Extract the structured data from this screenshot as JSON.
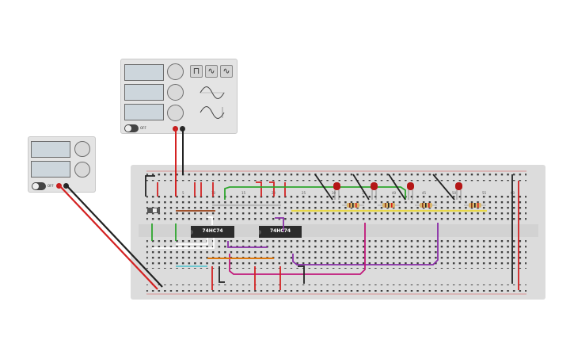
{
  "function_generator": {
    "wave_buttons": [
      {
        "id": "square",
        "symbol": "⊓"
      },
      {
        "id": "sine",
        "symbol": "∿"
      },
      {
        "id": "triangle",
        "symbol": "∿"
      }
    ]
  },
  "function_generator_toggle_label": "OFF",
  "power_supply_toggle_label": "OFF",
  "chips": [
    {
      "label": "74HC74"
    },
    {
      "label": "74HC74"
    }
  ],
  "board_numbers": [
    "1",
    "5",
    "10",
    "15",
    "20",
    "25",
    "30",
    "35",
    "40",
    "45",
    "50",
    "55",
    "60"
  ],
  "colors": {
    "red_wire": "#d42222",
    "black_wire": "#222222",
    "green_wire": "#2ea62e",
    "purple_wire": "#8a2fa8",
    "magenta_wire": "#c0187a",
    "yellow_wire": "#e8d84a",
    "orange_wire": "#e07a10",
    "led": "#b41616"
  }
}
